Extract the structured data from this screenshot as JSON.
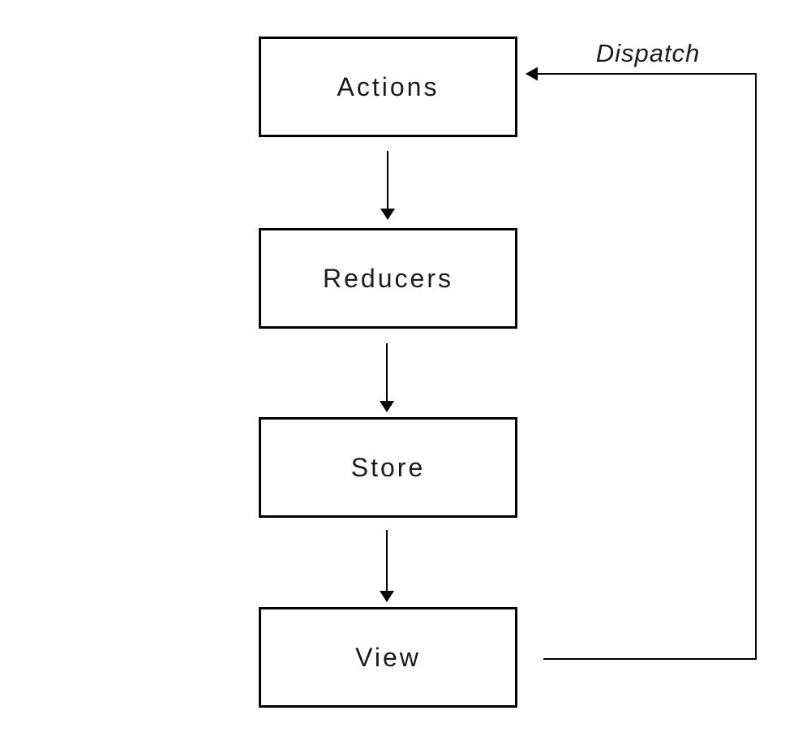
{
  "diagram": {
    "type": "flowchart",
    "background_color": "#ffffff",
    "line_color": "#000000",
    "text_color": "#1b1b1b",
    "nodes": [
      {
        "id": "actions",
        "label": "Actions"
      },
      {
        "id": "reducers",
        "label": "Reducers"
      },
      {
        "id": "store",
        "label": "Store"
      },
      {
        "id": "view",
        "label": "View"
      }
    ],
    "edges": [
      {
        "from": "Actions",
        "to": "Reducers",
        "label": ""
      },
      {
        "from": "Reducers",
        "to": "Store",
        "label": ""
      },
      {
        "from": "Store",
        "to": "View",
        "label": ""
      },
      {
        "from": "View",
        "to": "Actions",
        "label": "Dispatch"
      }
    ]
  }
}
